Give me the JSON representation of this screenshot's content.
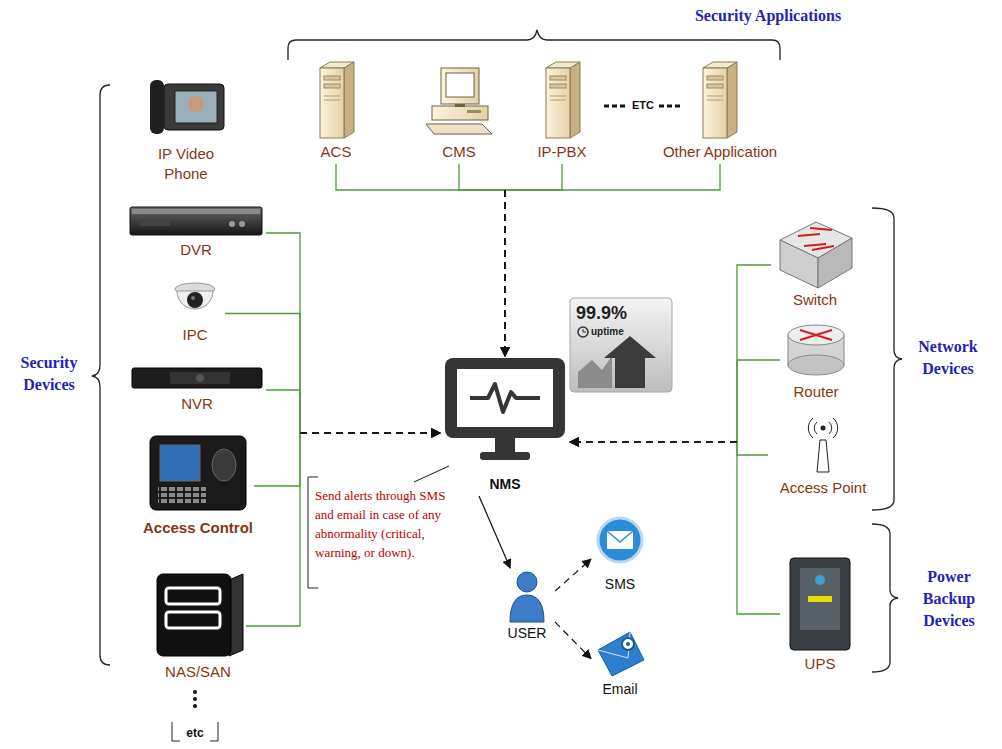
{
  "diagram": {
    "nodes": [
      {
        "text": [
          "ACS"
        ]
      },
      {
        "text": [
          "CMS"
        ]
      },
      {
        "text": [
          "IP-PBX"
        ]
      },
      {
        "text": [
          "Other Application"
        ]
      },
      {
        "text": [
          "IP Video Phone"
        ]
      },
      {
        "text": [
          "DVR"
        ]
      },
      {
        "text": [
          "IPC"
        ]
      },
      {
        "text": [
          "NVR"
        ]
      },
      {
        "text": [
          "Access Control"
        ]
      },
      {
        "text": [
          "NAS/SAN"
        ]
      },
      {
        "text": [
          "NMS"
        ]
      },
      {
        "text": [
          "Switch"
        ]
      },
      {
        "text": [
          "Router"
        ]
      },
      {
        "text": [
          "Access Point"
        ]
      },
      {
        "text": [
          "UPS"
        ]
      },
      {
        "text": [
          "USER"
        ]
      },
      {
        "text": [
          "SMS"
        ]
      },
      {
        "text": [
          "Email"
        ]
      }
    ],
    "edges": [
      {
        "from": 0,
        "to": 10,
        "arrow": "to"
      },
      {
        "from": 1,
        "to": 10,
        "arrow": "to"
      },
      {
        "from": 2,
        "to": 10,
        "arrow": "to"
      },
      {
        "from": 3,
        "to": 10,
        "arrow": "to"
      },
      {
        "from": 5,
        "to": 10,
        "arrow": "to"
      },
      {
        "from": 6,
        "to": 10,
        "arrow": "to"
      },
      {
        "from": 7,
        "to": 10,
        "arrow": "to"
      },
      {
        "from": 8,
        "to": 10,
        "arrow": "to"
      },
      {
        "from": 9,
        "to": 10,
        "arrow": "to"
      },
      {
        "from": 11,
        "to": 10,
        "arrow": "to"
      },
      {
        "from": 12,
        "to": 10,
        "arrow": "to"
      },
      {
        "from": 13,
        "to": 10,
        "arrow": "to"
      },
      {
        "from": 14,
        "to": 10,
        "arrow": "to"
      },
      {
        "from": 10,
        "to": 15,
        "arrow": "to"
      },
      {
        "from": 15,
        "to": 16,
        "arrow": "to"
      },
      {
        "from": 15,
        "to": 17,
        "arrow": "to"
      }
    ],
    "labels": [
      "Security Applications",
      "ETC",
      "Security Devices",
      "etc",
      "Network Devices",
      "Power Backup Devices",
      "99.9%",
      "uptime",
      "Send alerts through SMS and email in case of any abnormality (critical, warning, or down)."
    ]
  }
}
